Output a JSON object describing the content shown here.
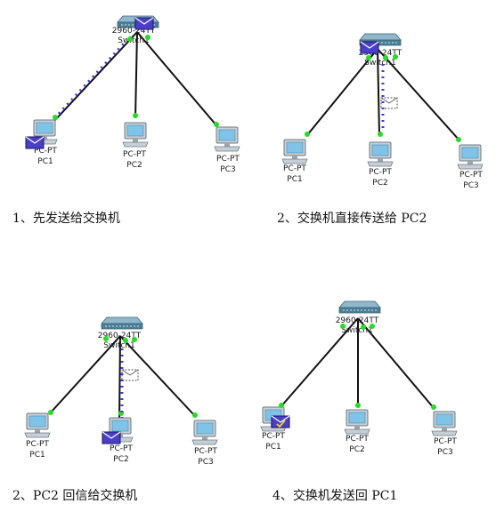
{
  "colors": {
    "link": "#111111",
    "traffic": "#3a3ad8",
    "port_active": "#22dd22",
    "envelope_fill": "#4a3fc8",
    "switch_top": "#8fb8cc",
    "switch_side": "#4d7e96",
    "pc_screen": "#7fc4e8",
    "pc_body": "#c7cfd6"
  },
  "devices": {
    "switch_model": "2960-24TT",
    "switch_name": "Switch1",
    "pc_model": "PC-PT",
    "pc1": "PC1",
    "pc2": "PC2",
    "pc3": "PC3"
  },
  "panels": [
    {
      "caption": "1、先发送给交换机",
      "active_link": "pc1",
      "envelope_at": "pc1",
      "pending_envelope": false
    },
    {
      "caption": "2、交换机直接传送给 PC2",
      "active_link": "pc2",
      "envelope_at": "switch",
      "pending_envelope": true
    },
    {
      "caption": "2、PC2 回信给交换机",
      "active_link": "pc2",
      "envelope_at": "pc2",
      "pending_envelope": true
    },
    {
      "caption": "4、交换机发送回 PC1",
      "active_link": "none",
      "envelope_at": "pc1",
      "pending_envelope": false
    }
  ]
}
